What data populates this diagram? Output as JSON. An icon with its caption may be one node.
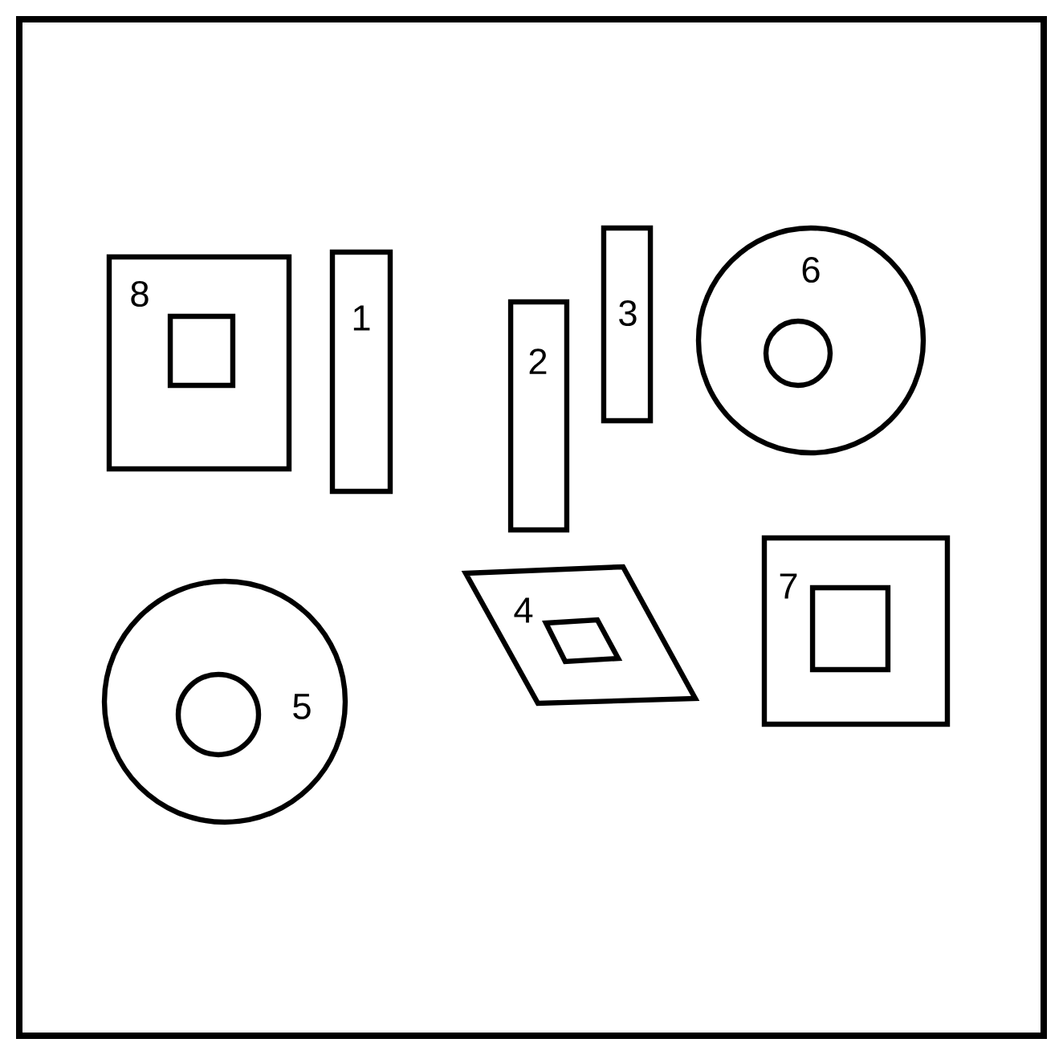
{
  "diagram": {
    "nodes": [
      {
        "text": [
          "8"
        ]
      },
      {
        "text": [
          "1"
        ]
      },
      {
        "text": [
          "2"
        ]
      },
      {
        "text": [
          "3"
        ]
      },
      {
        "text": [
          "6"
        ]
      },
      {
        "text": [
          "5"
        ]
      },
      {
        "text": [
          "4"
        ]
      },
      {
        "text": [
          "7"
        ]
      },
      {
        "text": [],
        "shape": "box",
        "in": 0
      },
      {
        "text": [],
        "shape": "circle",
        "in": 4
      },
      {
        "text": [],
        "shape": "circle",
        "in": 5
      },
      {
        "text": [],
        "shape": "diamond",
        "in": 6
      },
      {
        "text": [],
        "shape": "box",
        "in": 7
      }
    ]
  }
}
